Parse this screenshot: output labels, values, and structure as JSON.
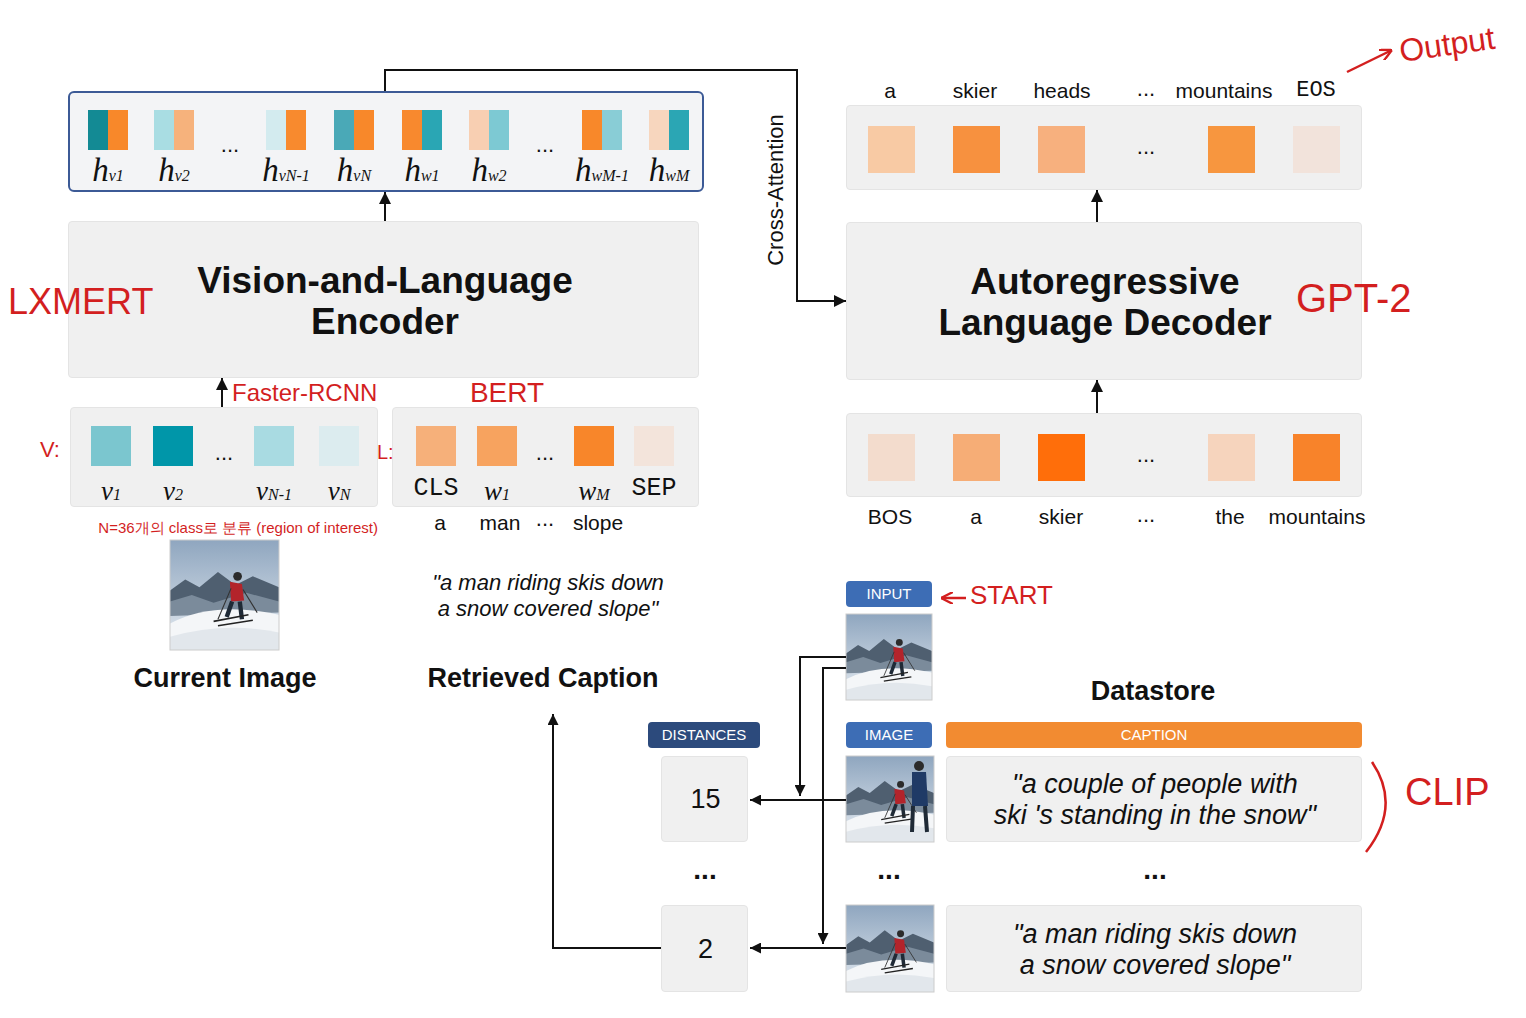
{
  "diagram": {
    "nodes": [
      {
        "text": [
          "hv1",
          "hv2",
          "...",
          "hvN-1",
          "hvN",
          "hw1",
          "hw2",
          "...",
          "hwM-1",
          "hwM"
        ]
      },
      {
        "text": [
          "Vision-and-Language Encoder"
        ]
      },
      {
        "text": [
          "v1",
          "v2",
          "...",
          "vN-1",
          "vN"
        ]
      },
      {
        "text": [
          "CLS",
          "w1",
          "...",
          "wM",
          "SEP"
        ]
      },
      {
        "text": [
          "a",
          "skier",
          "heads",
          "...",
          "mountains",
          "EOS",
          "..."
        ]
      },
      {
        "text": [
          "Autoregressive Language Decoder"
        ]
      },
      {
        "text": [
          "...",
          "BOS",
          "a",
          "skier",
          "...",
          "the",
          "mountains"
        ]
      },
      {
        "text": [
          "INPUT"
        ]
      },
      {
        "text": [
          "DISTANCES"
        ]
      },
      {
        "text": [
          "IMAGE"
        ]
      },
      {
        "text": [
          "CAPTION"
        ]
      },
      {
        "text": [
          "15"
        ]
      },
      {
        "text": [
          "\"a couple of people with ski 's standing in the snow\""
        ]
      },
      {
        "text": [
          "2"
        ]
      },
      {
        "text": [
          "\"a man riding skis down a snow covered slope\""
        ]
      }
    ],
    "edges": [
      {
        "from": 2,
        "to": 1,
        "arrow": "to"
      },
      {
        "from": 1,
        "to": 0,
        "arrow": "to"
      },
      {
        "from": 0,
        "to": 5,
        "label": "Cross-Attention",
        "arrow": "to"
      },
      {
        "from": 6,
        "to": 5,
        "arrow": "to"
      },
      {
        "from": 5,
        "to": 4,
        "arrow": "to"
      }
    ],
    "labels": [
      "a",
      "man",
      "...",
      "slope",
      "Current Image",
      "\"a man riding skis down a snow covered slope\"",
      "Retrieved Caption",
      "Datastore",
      "...",
      "...",
      "...",
      "Output",
      "LXMERT",
      "GPT-2",
      "Faster-RCNN",
      "BERT",
      "V:",
      "L:",
      "N=36개의 class로 분류 (region of interest)",
      "START",
      "CLIP"
    ]
  }
}
